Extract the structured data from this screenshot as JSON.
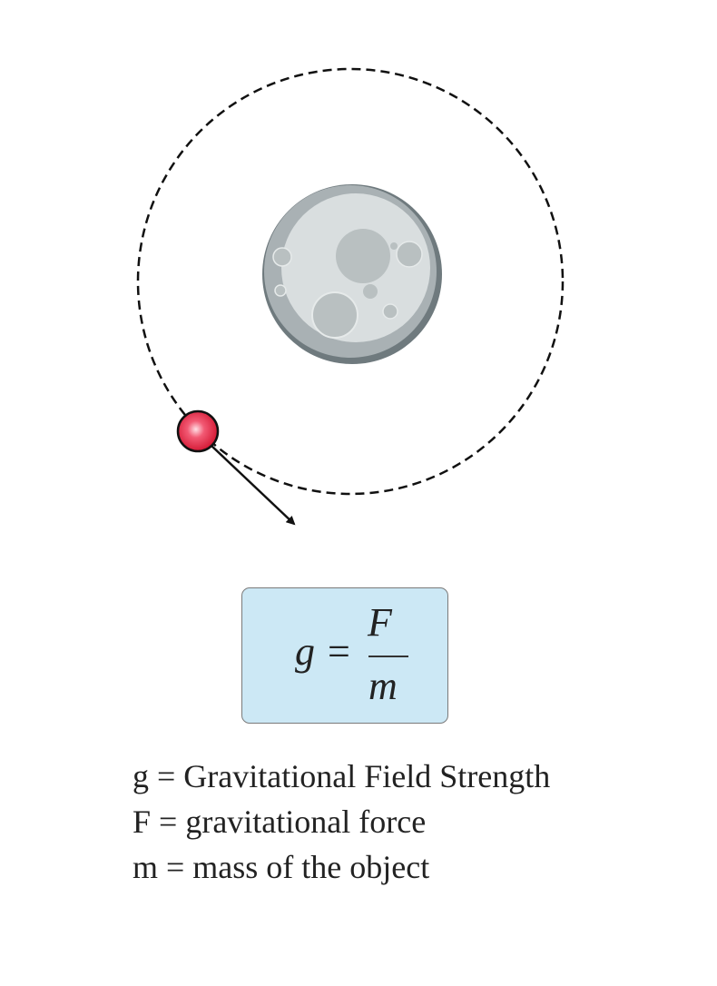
{
  "formula": {
    "lhs": "g",
    "equals": "=",
    "numerator": "F",
    "denominator": "m"
  },
  "legend": [
    "g = Gravitational Field Strength",
    "F = gravitational force",
    "m = mass of the object"
  ],
  "colors": {
    "box_fill": "#cce8f5",
    "ball": "#e0203a",
    "moon": "#b8bfc1",
    "orbit": "#111111"
  },
  "icons": {
    "planet": "moon-icon",
    "satellite": "satellite-ball-icon",
    "velocity": "arrow-icon"
  }
}
